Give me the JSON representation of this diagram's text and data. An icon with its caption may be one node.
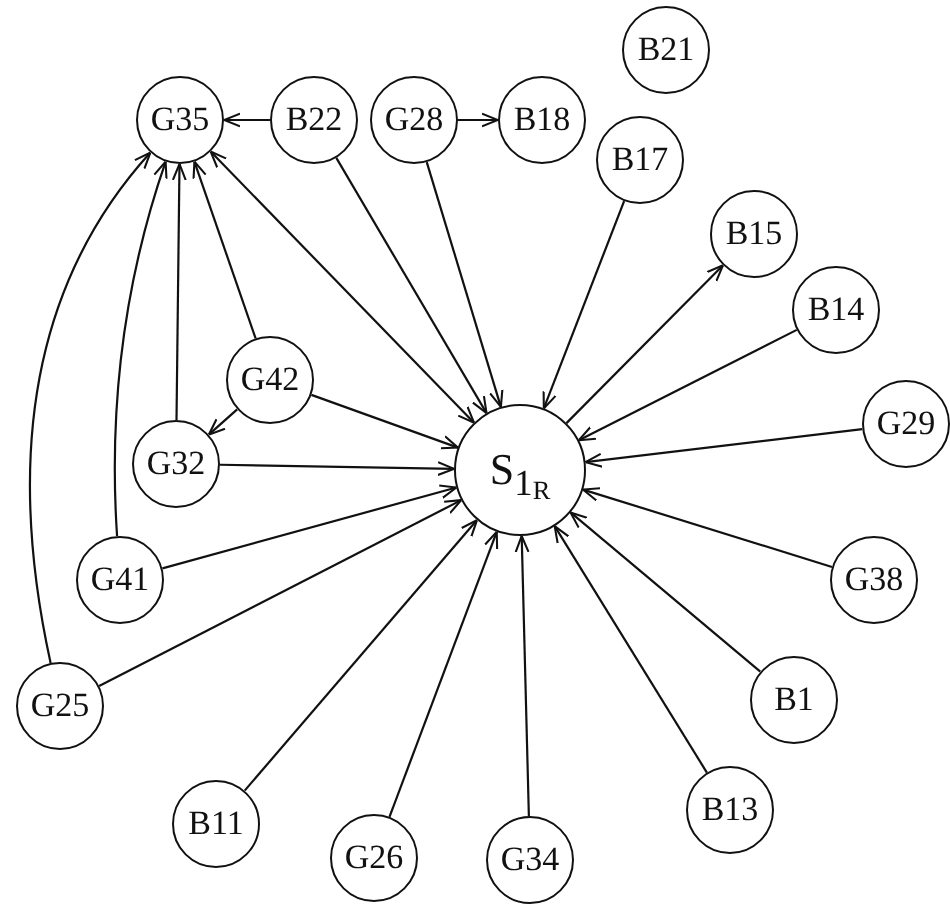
{
  "diagram": {
    "nodes": [
      {
        "text": [
          "S$_{1}$$_{R}$"
        ]
      },
      {
        "text": [
          "G35"
        ]
      },
      {
        "text": [
          "B22"
        ]
      },
      {
        "text": [
          "G28"
        ]
      },
      {
        "text": [
          "B18"
        ]
      },
      {
        "text": [
          "B21"
        ]
      },
      {
        "text": [
          "B17"
        ]
      },
      {
        "text": [
          "B15"
        ]
      },
      {
        "text": [
          "B14"
        ]
      },
      {
        "text": [
          "G29"
        ]
      },
      {
        "text": [
          "G42"
        ]
      },
      {
        "text": [
          "G32"
        ]
      },
      {
        "text": [
          "G41"
        ]
      },
      {
        "text": [
          "G38"
        ]
      },
      {
        "text": [
          "G25"
        ]
      },
      {
        "text": [
          "B1"
        ]
      },
      {
        "text": [
          "B11"
        ]
      },
      {
        "text": [
          "B13"
        ]
      },
      {
        "text": [
          "G26"
        ]
      },
      {
        "text": [
          "G34"
        ]
      }
    ],
    "edges": [
      {
        "from": 2,
        "to": 1,
        "arrow": "to"
      },
      {
        "from": 3,
        "to": 4,
        "arrow": "to"
      },
      {
        "from": 2,
        "to": 0,
        "arrow": "to"
      },
      {
        "from": 3,
        "to": 0,
        "arrow": "to"
      },
      {
        "from": 6,
        "to": 0,
        "arrow": "to"
      },
      {
        "from": 0,
        "to": 7,
        "arrow": "to"
      },
      {
        "from": 8,
        "to": 0,
        "arrow": "to"
      },
      {
        "from": 9,
        "to": 0,
        "arrow": "to"
      },
      {
        "from": 1,
        "to": 0,
        "arrow": "both"
      },
      {
        "from": 10,
        "to": 1,
        "arrow": "to"
      },
      {
        "from": 10,
        "to": 11,
        "arrow": "to"
      },
      {
        "from": 10,
        "to": 0,
        "arrow": "to"
      },
      {
        "from": 11,
        "to": 1,
        "arrow": "to"
      },
      {
        "from": 11,
        "to": 0,
        "arrow": "to"
      },
      {
        "from": 12,
        "to": 1,
        "arrow": "to"
      },
      {
        "from": 12,
        "to": 0,
        "arrow": "to"
      },
      {
        "from": 14,
        "to": 1,
        "arrow": "to"
      },
      {
        "from": 14,
        "to": 0,
        "arrow": "to"
      },
      {
        "from": 13,
        "to": 0,
        "arrow": "to"
      },
      {
        "from": 15,
        "to": 0,
        "arrow": "to"
      },
      {
        "from": 16,
        "to": 0,
        "arrow": "to"
      },
      {
        "from": 17,
        "to": 0,
        "arrow": "to"
      },
      {
        "from": 18,
        "to": 0,
        "arrow": "to"
      },
      {
        "from": 19,
        "to": 0,
        "arrow": "to"
      }
    ]
  }
}
